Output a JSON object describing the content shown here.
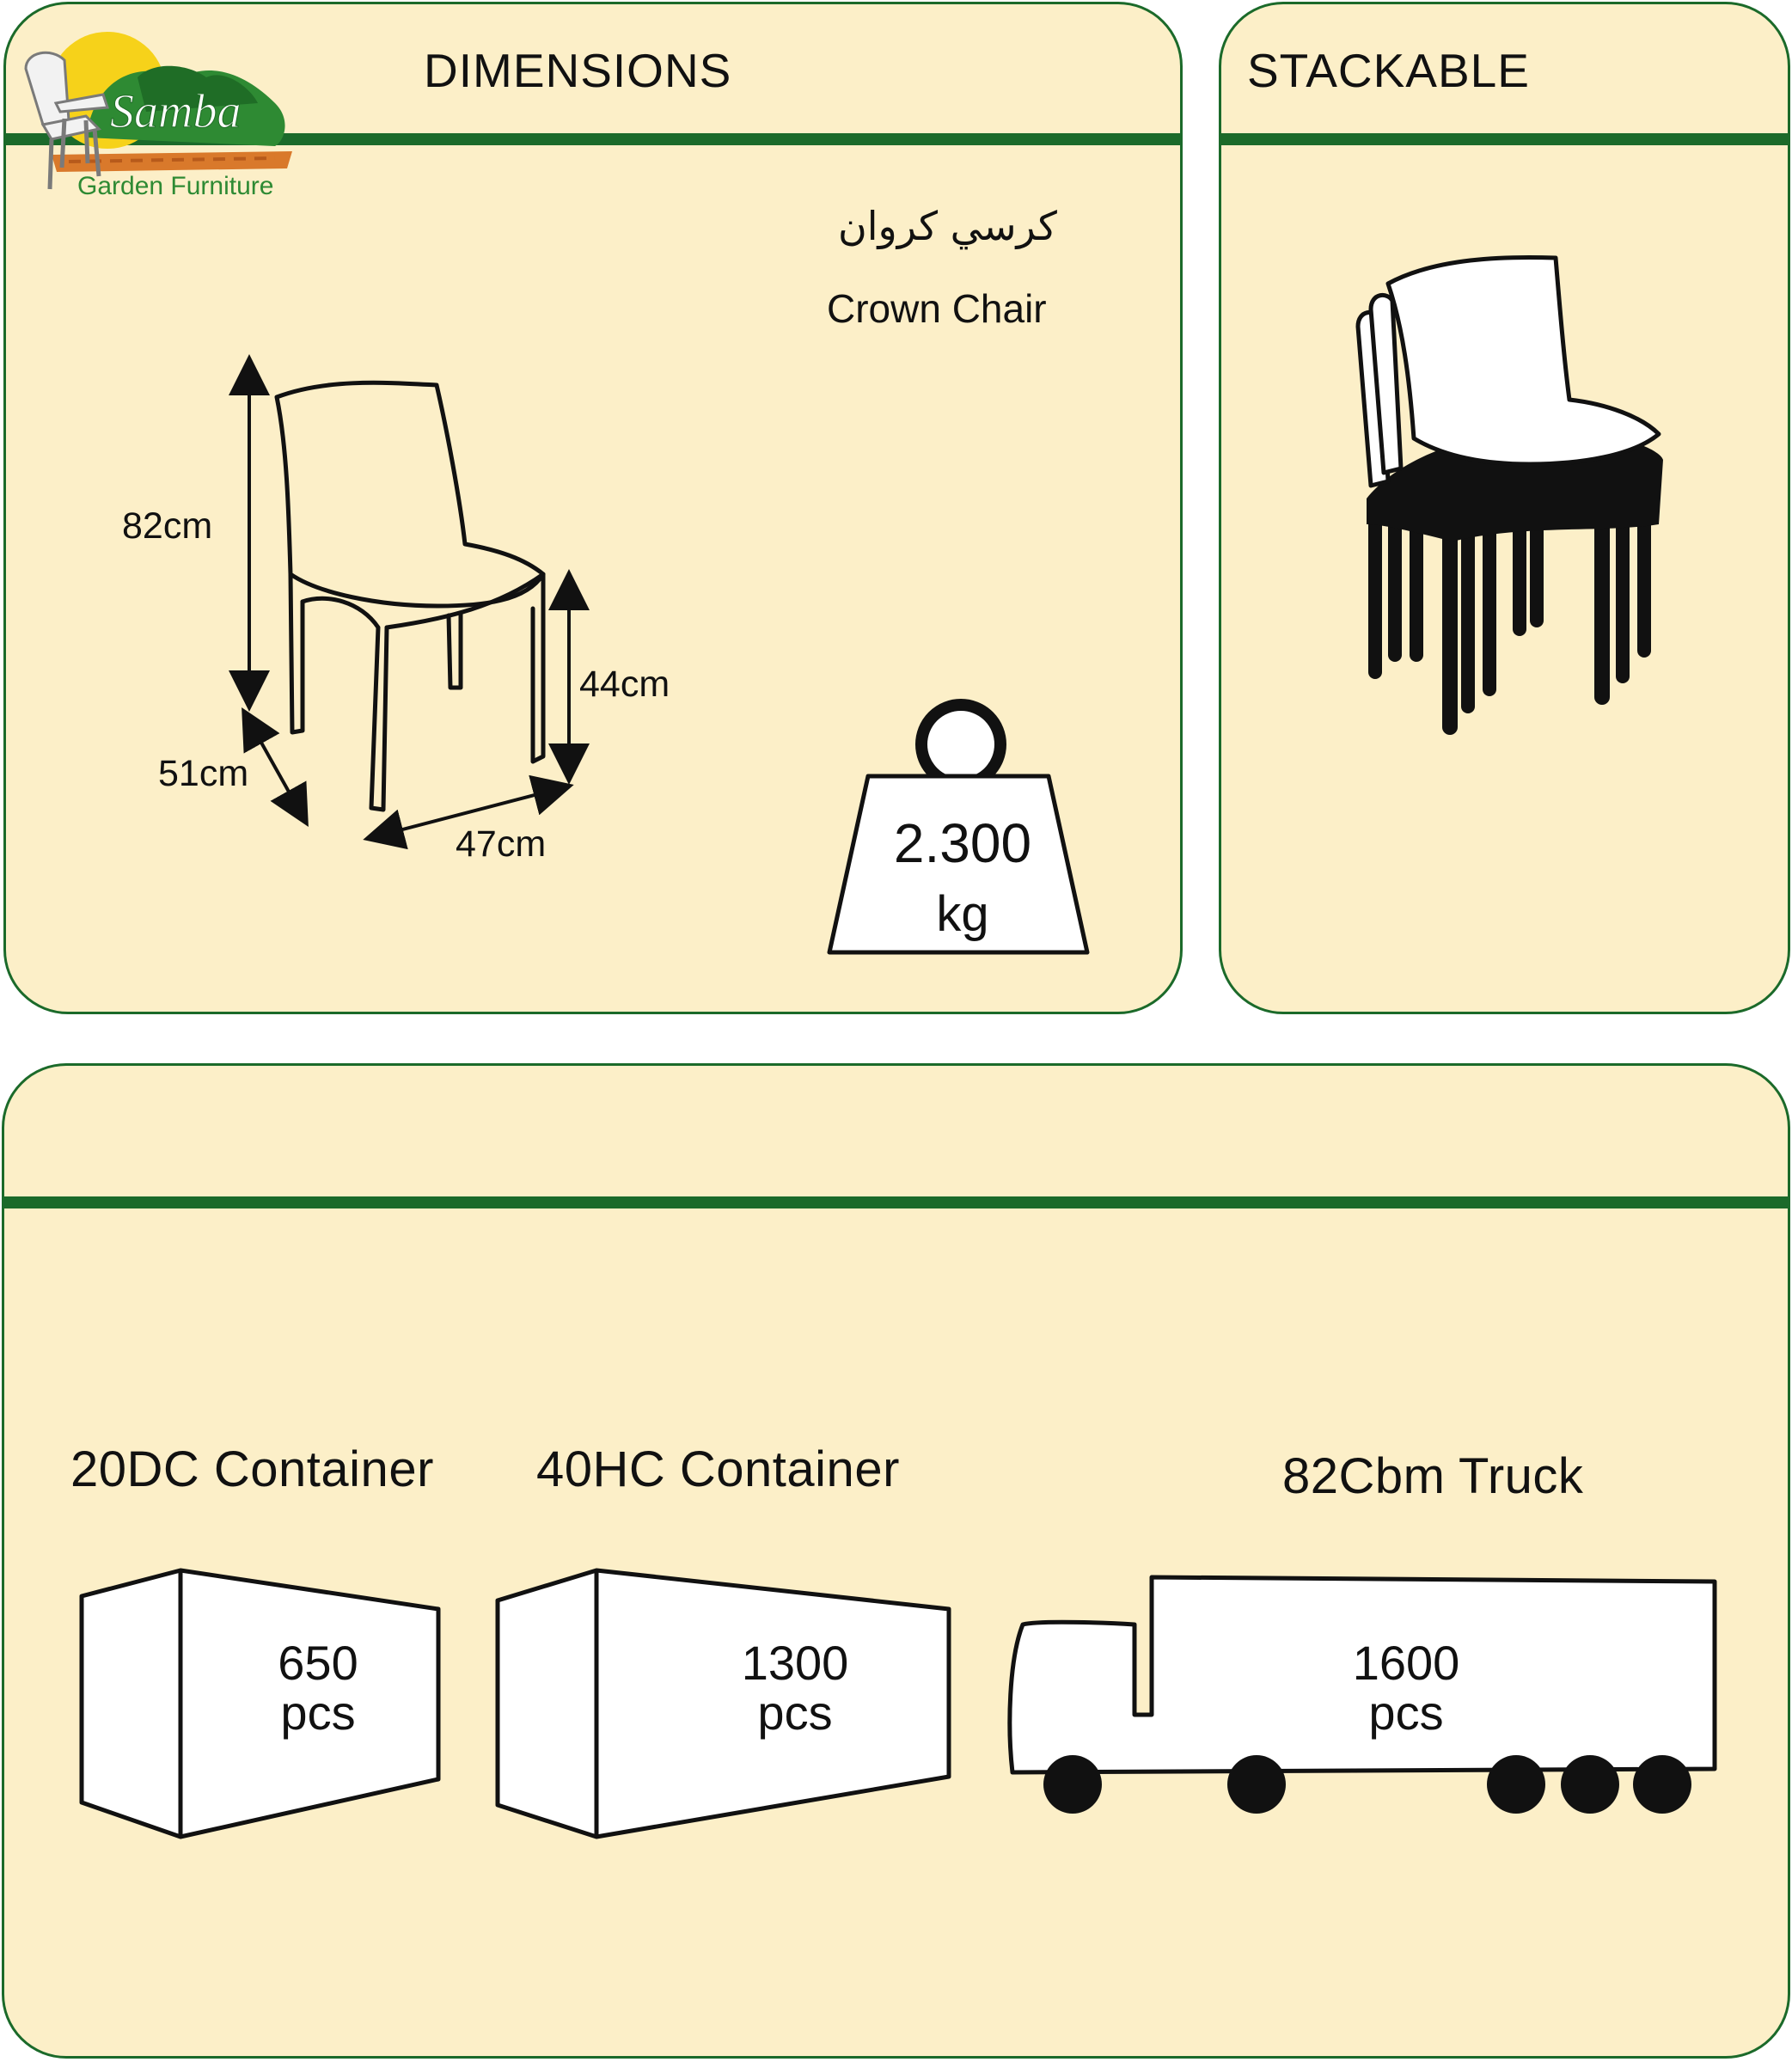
{
  "logo": {
    "brand": "Samba",
    "tagline": "Garden Furniture"
  },
  "dimensions_panel": {
    "title": "DIMENSIONS",
    "name_ar": "كرسي كروان",
    "name_en": "Crown Chair",
    "height_total": "82cm",
    "height_seat": "44cm",
    "depth": "51cm",
    "width": "47cm",
    "weight_value": "2.300",
    "weight_unit": "kg"
  },
  "stackable_panel": {
    "title": "STACKABLE"
  },
  "shipping_panel": {
    "items": [
      {
        "label": "20DC Container",
        "qty": "650",
        "unit": "pcs"
      },
      {
        "label": "40HC Container",
        "qty": "1300",
        "unit": "pcs"
      },
      {
        "label": "82Cbm Truck",
        "qty": "1600",
        "unit": "pcs"
      }
    ]
  },
  "colors": {
    "panel_bg": "#fcefc8",
    "accent_green": "#1b6a2a"
  }
}
